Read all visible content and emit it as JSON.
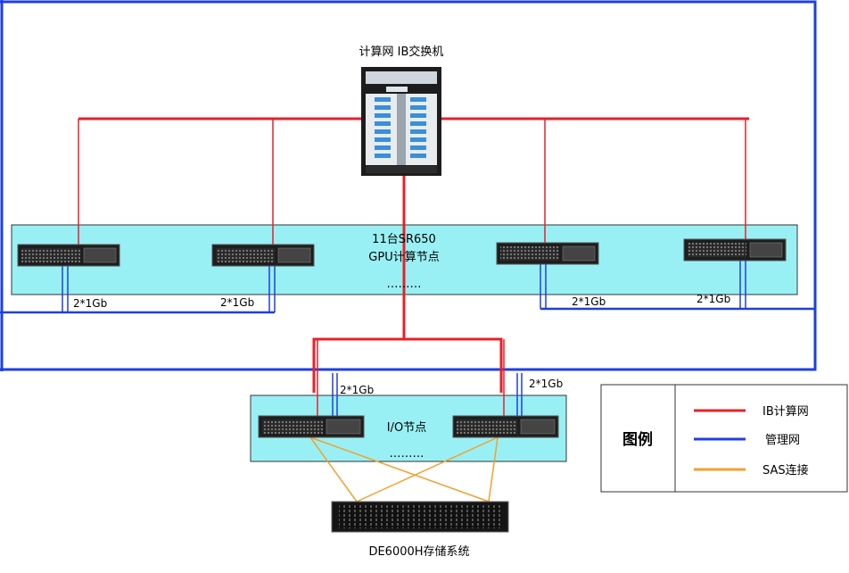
{
  "switch": {
    "label": "计算网 IB交换机"
  },
  "gpu_cluster": {
    "title": "11台SR650",
    "subtitle": "GPU计算节点",
    "ellipsis": "………"
  },
  "io_cluster": {
    "title": "I/O节点",
    "ellipsis": "………"
  },
  "storage": {
    "label": "DE6000H存储系统"
  },
  "links": {
    "gpu_1": "2*1Gb",
    "gpu_2": "2*1Gb",
    "gpu_3": "2*1Gb",
    "gpu_4": "2*1Gb",
    "io_1": "2*1Gb",
    "io_2": "2*1Gb"
  },
  "legend": {
    "title": "图例",
    "items": [
      {
        "label": "IB计算网",
        "color": "#e8202a"
      },
      {
        "label": "管理网",
        "color": "#1f3fe0"
      },
      {
        "label": "SAS连接",
        "color": "#f2a030"
      }
    ]
  },
  "colors": {
    "ib": "#e8202a",
    "mgmt": "#1f3fe0",
    "sas": "#f2a030",
    "cluster_fill": "#99f0f4"
  }
}
